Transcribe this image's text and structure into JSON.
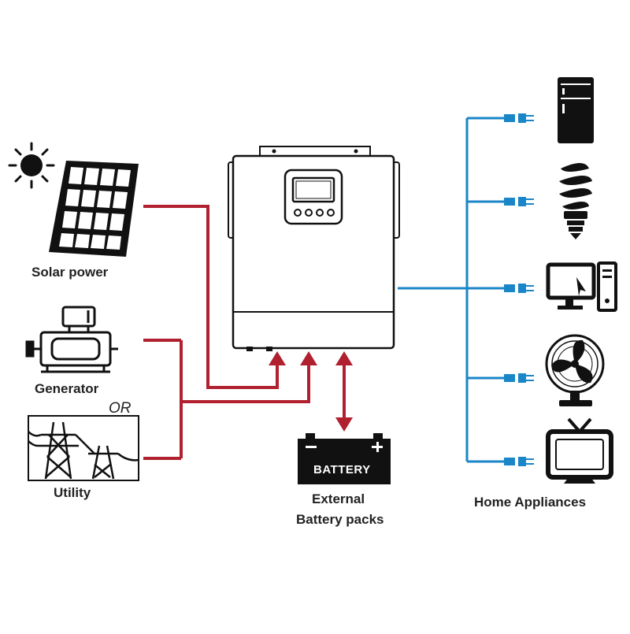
{
  "sources": {
    "solar_label": "Solar power",
    "generator_label": "Generator",
    "or_label": "OR",
    "utility_label": "Utility"
  },
  "battery": {
    "box_text": "BATTERY",
    "label_line1": "External",
    "label_line2": "Battery packs"
  },
  "appliances": {
    "label": "Home Appliances",
    "items": [
      "refrigerator",
      "cfl-bulb",
      "computer",
      "fan",
      "television"
    ]
  },
  "colors": {
    "input_line": "#b0202f",
    "output_line": "#1a86c8",
    "ink": "#111111"
  }
}
